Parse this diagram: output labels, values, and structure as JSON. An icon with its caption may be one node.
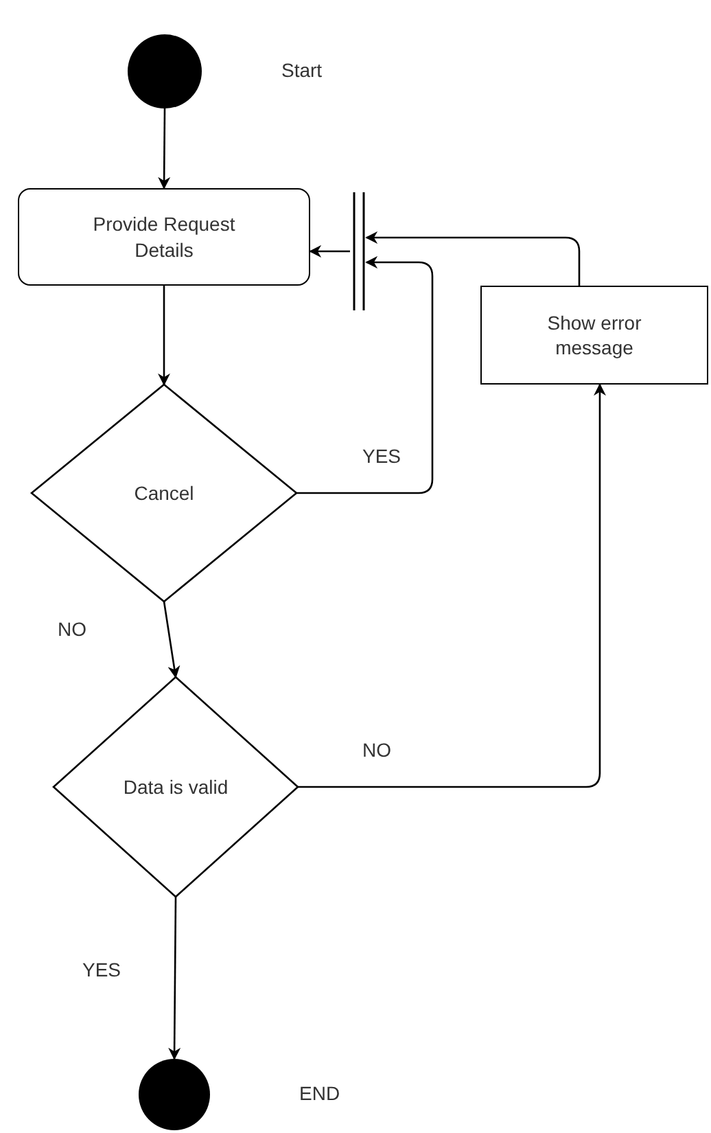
{
  "diagram": {
    "nodes": [
      {
        "text": [],
        "shape": "circle"
      },
      {
        "text": [
          "Provide Request Details"
        ]
      },
      {
        "text": [],
        "shape": "bar"
      },
      {
        "text": [
          "Cancel"
        ]
      },
      {
        "text": [
          "Show error message"
        ]
      },
      {
        "text": [
          "Data is valid"
        ]
      },
      {
        "text": [],
        "shape": "circle"
      }
    ],
    "edges": [
      {
        "from": 0,
        "to": 1,
        "arrow": "to"
      },
      {
        "from": 1,
        "to": 3,
        "arrow": "to"
      },
      {
        "from": 3,
        "to": 2,
        "arrow": "to",
        "label": "YES"
      },
      {
        "from": 4,
        "to": 2,
        "arrow": "to"
      },
      {
        "from": 2,
        "to": 1,
        "arrow": "to"
      },
      {
        "from": 3,
        "to": 5,
        "arrow": "to",
        "label": "NO"
      },
      {
        "from": 5,
        "to": 4,
        "arrow": "to",
        "label": "NO"
      },
      {
        "from": 5,
        "to": 6,
        "arrow": "to",
        "label": "YES"
      }
    ],
    "labels": [
      "Start",
      "END"
    ]
  }
}
